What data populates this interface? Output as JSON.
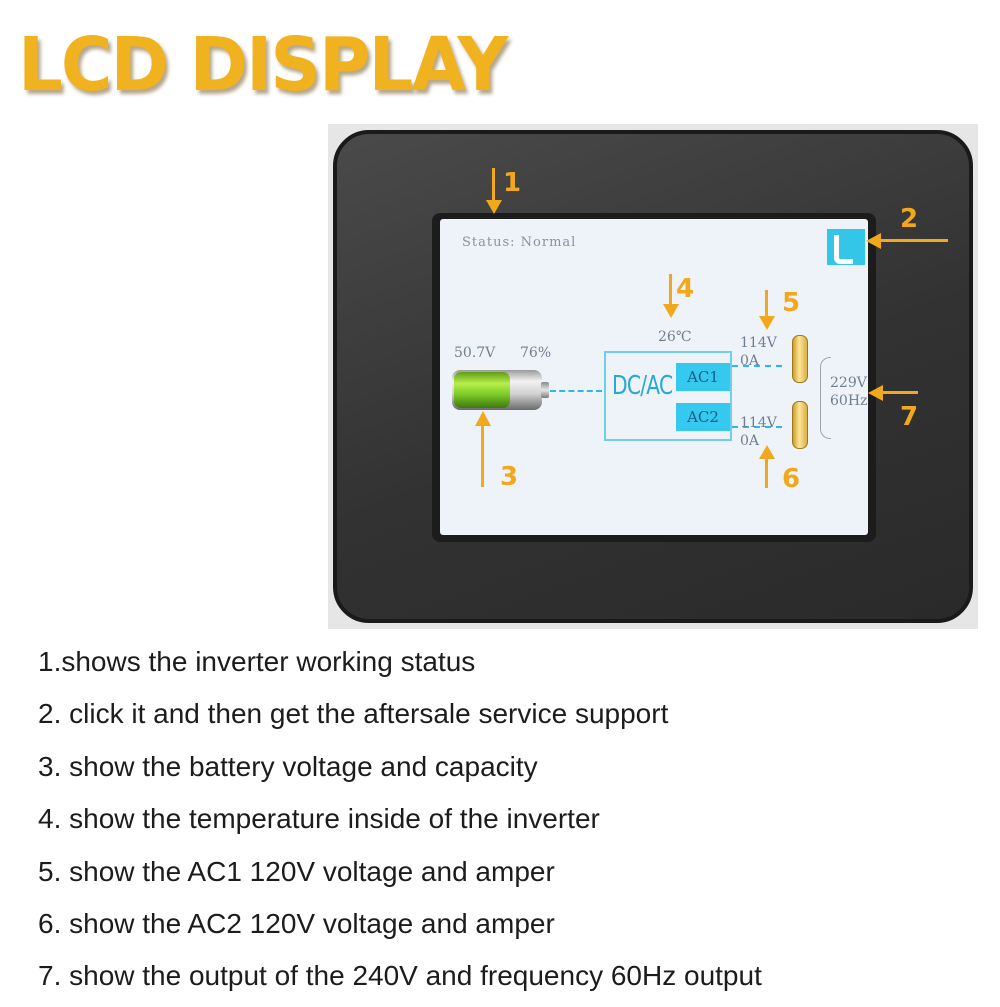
{
  "title": "LCD DISPLAY",
  "screen": {
    "status": "Status: Normal",
    "service_icon": "phone-icon",
    "battery_voltage": "50.7V",
    "battery_percent": "76%",
    "battery_level": 0.76,
    "temperature": "26℃",
    "dcac_label": "DC/AC",
    "ac1_label": "AC1",
    "ac2_label": "AC2",
    "ac1_voltage": "114V",
    "ac1_current": "0A",
    "ac2_voltage": "114V",
    "ac2_current": "0A",
    "output_voltage": "229V",
    "output_frequency": "60Hz"
  },
  "annotations": [
    "1",
    "2",
    "3",
    "4",
    "5",
    "6",
    "7"
  ],
  "arrow_color": "#f2a81d",
  "descriptions": [
    "1.shows the inverter working status",
    "2. click it and then get the aftersale service support",
    "3. show the battery voltage and capacity",
    "4. show the temperature inside of the inverter",
    "5. show the AC1 120V voltage and amper",
    "6. show the AC2 120V voltage and amper",
    "7. show the output of the 240V and frequency 60Hz output"
  ]
}
